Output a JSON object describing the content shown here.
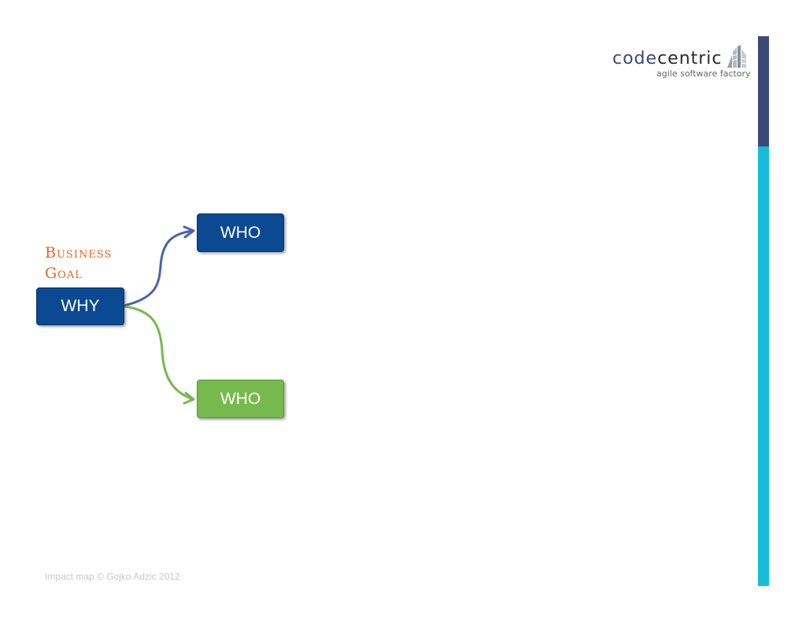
{
  "logo": {
    "word_part1": "code",
    "word_part2": "centric",
    "tagline": "agile software factory"
  },
  "diagram": {
    "root": {
      "label": "WHY",
      "annotation": "Business Goal"
    },
    "children": [
      {
        "label": "WHO",
        "color": "#0b4a92",
        "connector_color": "#4a64aa"
      },
      {
        "label": "WHO",
        "color": "#76b94d",
        "connector_color": "#76b94d"
      }
    ]
  },
  "footer": {
    "text": "Impact map © Gojko Adzic 2012"
  },
  "colors": {
    "accent_dark": "#3a4a75",
    "accent_light": "#17bcd8",
    "goal_label": "#e8651e"
  }
}
